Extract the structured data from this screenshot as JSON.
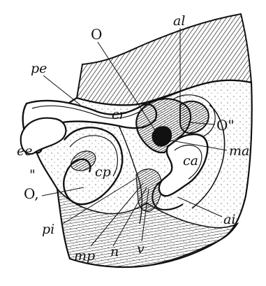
{
  "figure": {
    "labels": {
      "o_top": "O",
      "al": "al",
      "pe": "pe",
      "cr": "cr",
      "o_dbl": "O\"",
      "ma": "ma",
      "ee": "ee",
      "cp": "cp",
      "ca": "ca",
      "o_sub": "O,",
      "o_sub_mark": "\"",
      "ai": "ai",
      "pi": "pi",
      "mp": "mp",
      "n": "n",
      "v": "v"
    },
    "colors": {
      "ink": "#111111",
      "paper": "#ffffff"
    }
  }
}
